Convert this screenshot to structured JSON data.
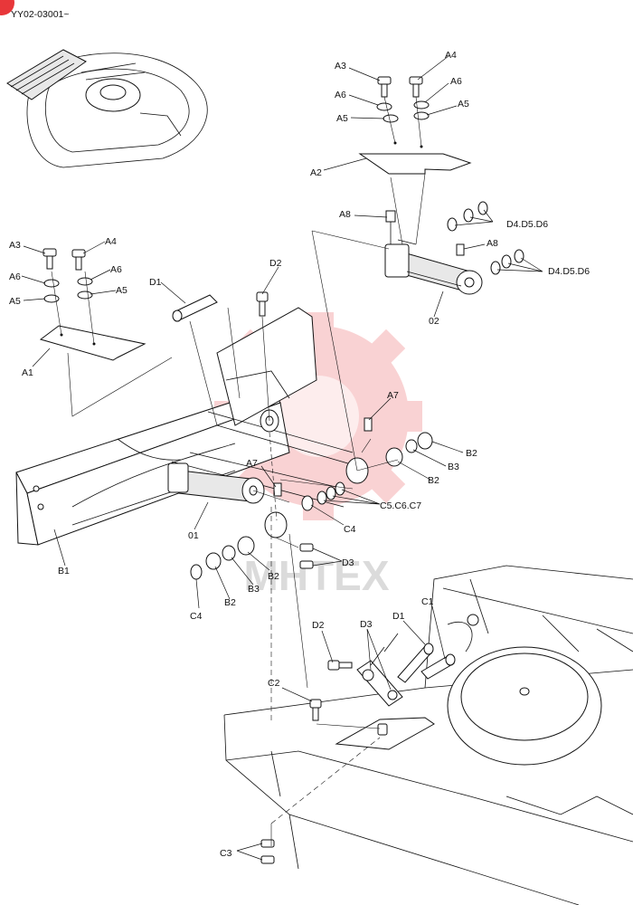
{
  "header": {
    "code": "YY02-03001~"
  },
  "callouts": {
    "A1": "A1",
    "A2": "A2",
    "A3": "A3",
    "A4": "A4",
    "A5": "A5",
    "A6": "A6",
    "A7": "A7",
    "A8": "A8",
    "B1": "B1",
    "B2": "B2",
    "B3": "B3",
    "C1": "C1",
    "C2": "C2",
    "C3": "C3",
    "C4": "C4",
    "C5C6C7": "C5.C6.C7",
    "D1": "D1",
    "D2": "D2",
    "D3": "D3",
    "D4D5D6": "D4.D5.D6",
    "P01": "01",
    "P02": "02"
  },
  "watermark": {
    "text": "MHTEX",
    "color": "#e8373a"
  },
  "colors": {
    "line": "#111111",
    "marker": "#e8373a"
  }
}
